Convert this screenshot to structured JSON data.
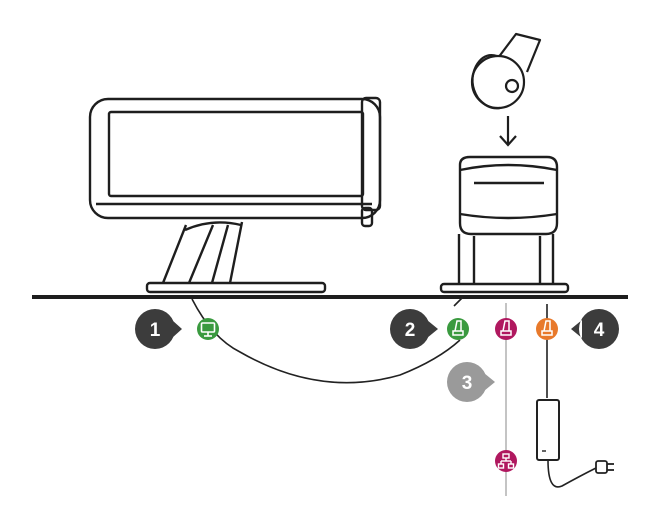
{
  "callouts": [
    {
      "label": "1",
      "color": "#3c3c3c",
      "port_icon": "monitor-icon",
      "port_color": "#3a9a3f"
    },
    {
      "label": "2",
      "color": "#3c3c3c",
      "port_icon": "receipt-printer-icon",
      "port_color": "#3a9a3f"
    },
    {
      "label": "3",
      "color": "#9a9a9a",
      "port_icon": "receipt-printer-icon",
      "port_color": "#b0185f"
    },
    {
      "label": "4",
      "color": "#3c3c3c",
      "port_icon": "receipt-printer-icon",
      "port_color": "#e8792b"
    }
  ],
  "extra_icons": {
    "network": "network-icon",
    "network_color": "#b0185f"
  },
  "colors": {
    "line": "#1e1e1e",
    "cable": "#222222",
    "grey_cable": "#c4c4c4"
  }
}
